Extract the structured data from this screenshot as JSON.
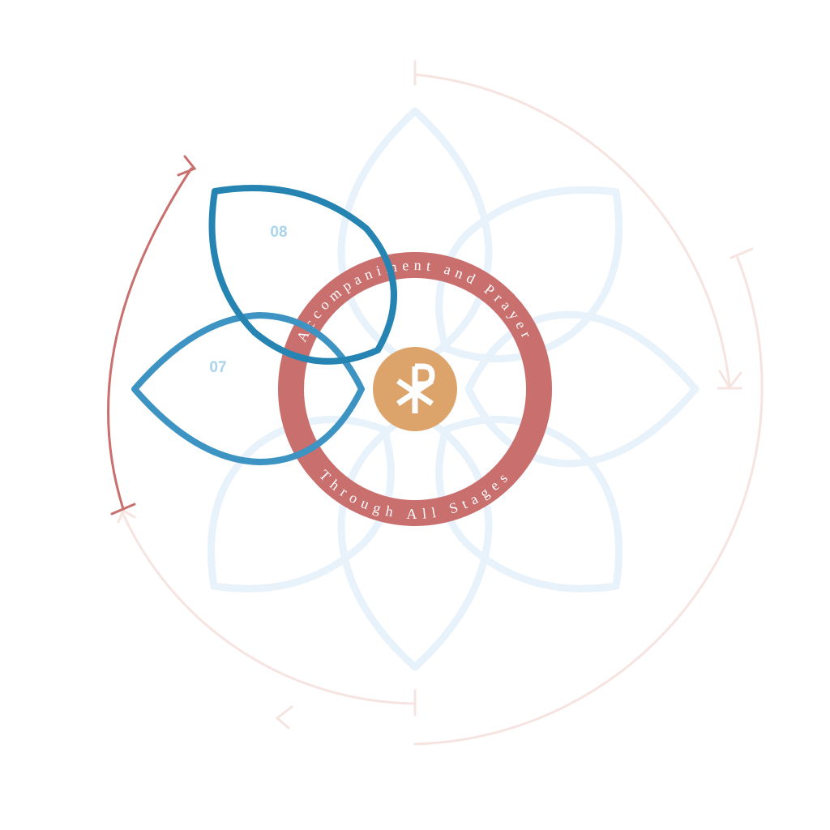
{
  "diagram": {
    "ring": {
      "top_text": "Accompaniment and Prayer",
      "bottom_text": "Through All Stages"
    },
    "center": {
      "icon": "chi-rho-icon",
      "symbol": "☧"
    },
    "petals": [
      {
        "label": "07",
        "active": true
      },
      {
        "label": "08",
        "active": true
      }
    ],
    "colors": {
      "ring": "#c96f6e",
      "center": "#dca46b",
      "petal_07": "#3d93c2",
      "petal_08": "#2584b1",
      "petal_label": "#a9d4ec",
      "petal_faded": "#e8f2fa",
      "arrow_active": "#c96f6e",
      "arrow_faded": "#f6e4e1"
    }
  }
}
